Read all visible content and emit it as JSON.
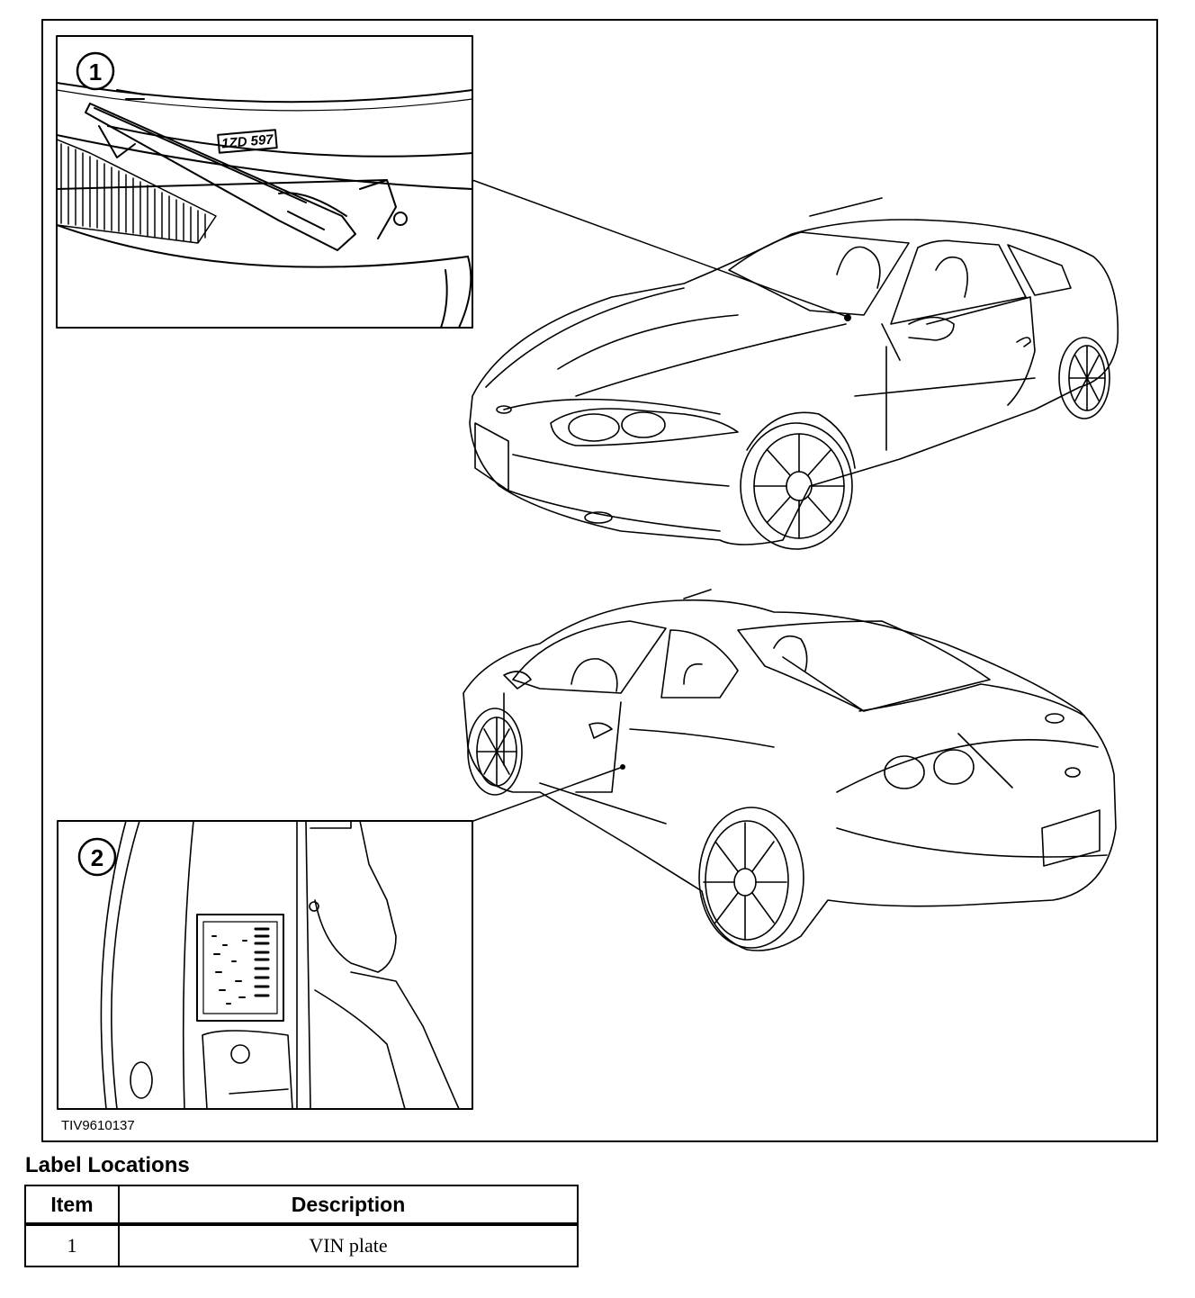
{
  "figure": {
    "id": "TIV9610137",
    "callouts": [
      {
        "number": "1"
      },
      {
        "number": "2"
      }
    ],
    "vin_plate_text": "1ZD 597"
  },
  "section_title": "Label Locations",
  "table": {
    "headers": {
      "item": "Item",
      "description": "Description"
    },
    "rows": [
      {
        "item": "1",
        "description": "VIN plate"
      }
    ]
  }
}
